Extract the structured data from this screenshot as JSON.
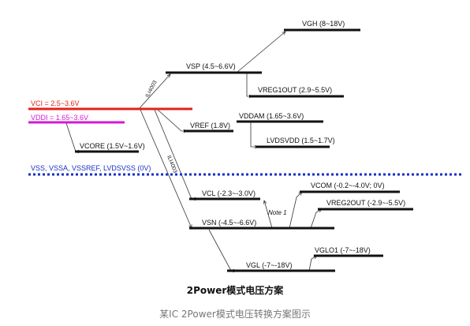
{
  "diagram": {
    "rails": {
      "vgh": "VGH (8~18V)",
      "vsp": "VSP (4.5~6.6V)",
      "vreg1out": "VREG1OUT (2.9~5.5V)",
      "vci": "VCI = 2.5~3.6V",
      "vddi": "VDDI = 1.65~3.6V",
      "vref": "VREF (1.8V)",
      "vddam": "VDDAM (1.65~3.6V)",
      "lvdsvdd": "LVDSVDD (1.5~1.7V)",
      "vcore": "VCORE (1.5V~1.6V)",
      "vss": "VSS, VSSA, VSSREF, LVDSVSS (0V)",
      "vcom": "VCOM (-0.2~-4.0V; 0V)",
      "vcl": "VCL (-2.3~-3.0V)",
      "vreg2out": "VREG2OUT (-2.9~-5.5V)",
      "vsn": "VSN (-4.5~-6.6V)",
      "vglo1": "VGLO1 (-7~-18V)",
      "vgl": "VGL (-7~-18V)"
    },
    "converter_label_1": "ILI4003",
    "converter_label_2": "ILI4003",
    "note": "Note 1",
    "title": "2Power模式电压方案"
  },
  "caption": "某IC 2Power模式电压转换方案图示",
  "colors": {
    "vci": "#e0231c",
    "vddi": "#d21bd2",
    "ground": "#1a2fc4",
    "rail": "#111111",
    "caption": "#777777"
  }
}
